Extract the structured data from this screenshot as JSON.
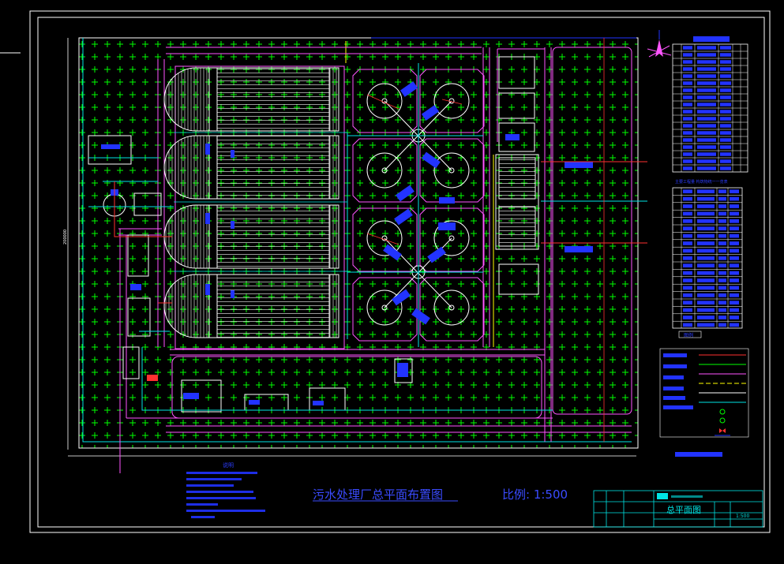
{
  "drawing": {
    "main_title": "污水处理厂总平面布置图",
    "scale_label": "比例: 1:500",
    "sheet_title": "总平面图",
    "sheet_scale": "1:500",
    "legend_heading": "图例",
    "notes_heading": "说明",
    "table2_heading": "主要工程量 构筑物统一一览表"
  },
  "colors": {
    "background": "#000000",
    "frame": "#ffffff",
    "grass_cross": "#00ff00",
    "structure": "#ffffff",
    "road": "#ff55ff",
    "pipe_cyan": "#00e5e5",
    "pipe_red": "#ff3030",
    "pipe_yellow": "#ffff00",
    "label_blue": "#2233ff",
    "title_blue": "#3a4bff"
  },
  "icons": {
    "north_arrow": "north-arrow-icon"
  }
}
